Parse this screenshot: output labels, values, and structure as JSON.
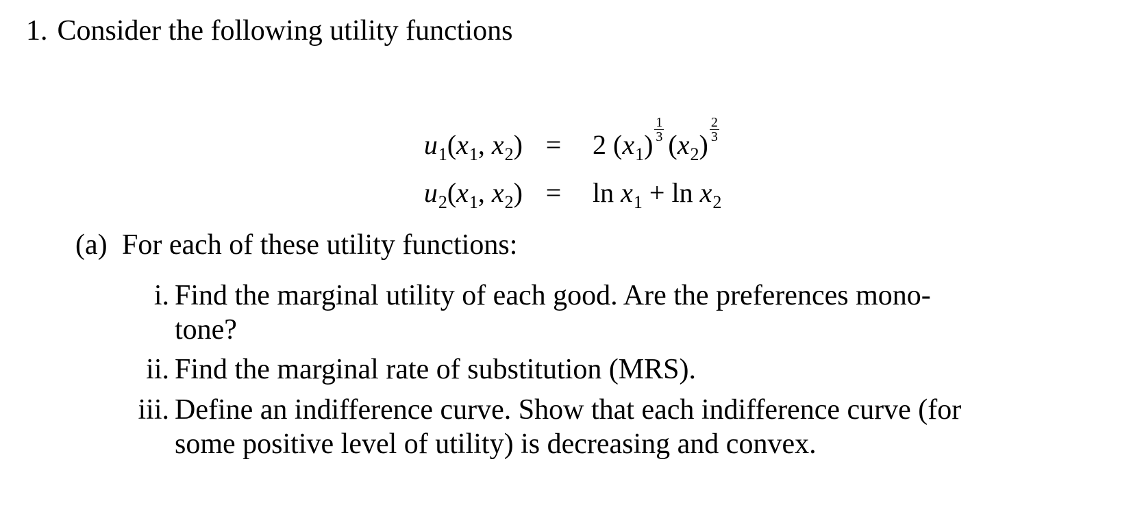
{
  "problem": {
    "number": "1.",
    "intro": "Consider the following utility functions"
  },
  "equations": [
    {
      "lhs_fn": "u",
      "lhs_sub": "1",
      "lhs_args_x1": "x",
      "lhs_args_x1_sub": "1",
      "lhs_args_x2": "x",
      "lhs_args_x2_sub": "2",
      "sign": "=",
      "rhs_coef": "2",
      "rhs_exp1_num": "1",
      "rhs_exp1_den": "3",
      "rhs_exp2_num": "2",
      "rhs_exp2_den": "3"
    },
    {
      "lhs_fn": "u",
      "lhs_sub": "2",
      "lhs_args_x1": "x",
      "lhs_args_x1_sub": "1",
      "lhs_args_x2": "x",
      "lhs_args_x2_sub": "2",
      "sign": "=",
      "rhs_text_ln1": "ln",
      "rhs_plus": "+",
      "rhs_text_ln2": "ln"
    }
  ],
  "part_a": {
    "label": "(a)",
    "text": "For each of these utility functions:",
    "items": [
      {
        "label": "i.",
        "lines": [
          "Find the marginal utility of each good.  Are the preferences mono-",
          "tone?"
        ]
      },
      {
        "label": "ii.",
        "lines": [
          "Find the marginal rate of substitution (MRS)."
        ]
      },
      {
        "label": "iii.",
        "lines": [
          "Define an indifference curve. Show that each indifference curve (for",
          "some positive level of utility) is decreasing and convex."
        ]
      }
    ]
  }
}
